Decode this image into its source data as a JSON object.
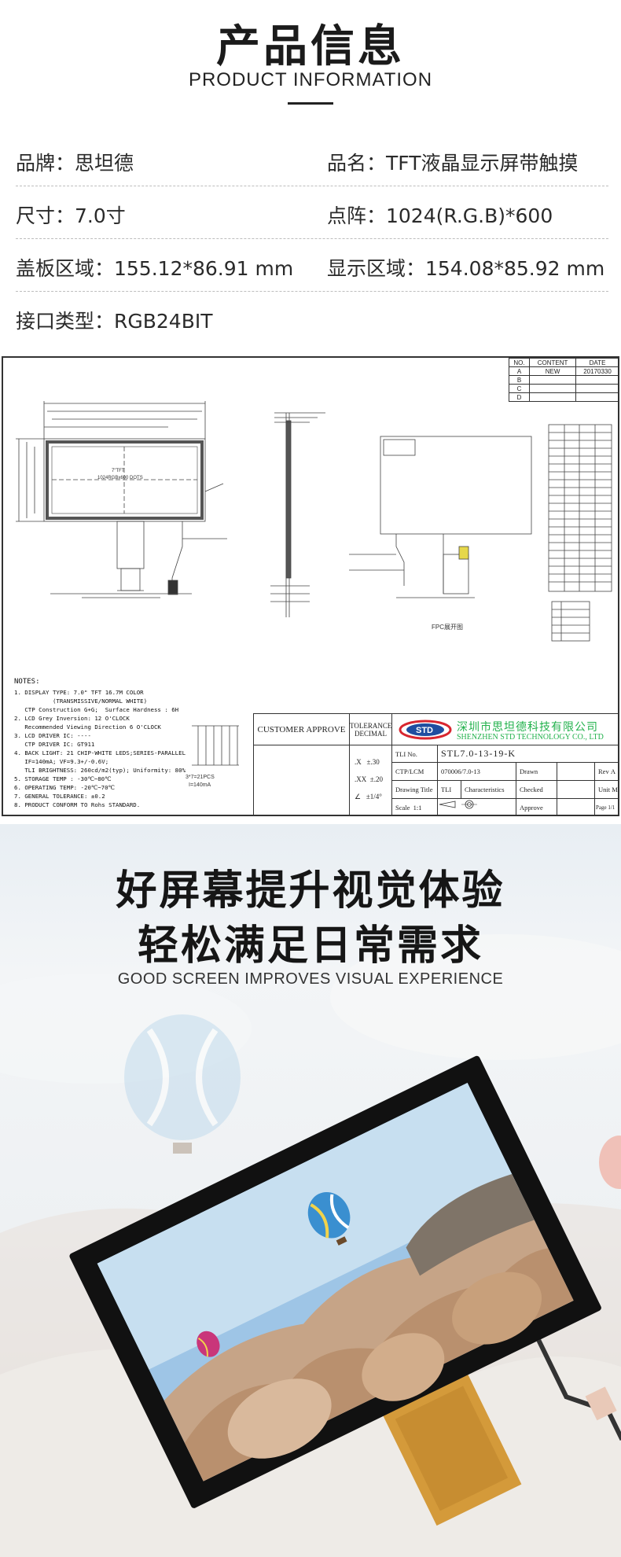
{
  "header": {
    "title": "产品信息",
    "subtitle": "PRODUCT INFORMATION"
  },
  "specs": [
    {
      "left": "品牌：思坦德",
      "right": "品名：TFT液晶显示屏带触摸"
    },
    {
      "left": "尺寸：7.0寸",
      "right": "点阵：1024(R.G.B)*600"
    },
    {
      "left": "盖板区域：155.12*86.91 mm",
      "right": "显示区域：154.08*85.92 mm"
    },
    {
      "left": "接口类型：RGB24BIT",
      "right": ""
    }
  ],
  "drawing": {
    "revision": {
      "headers": [
        "NO.",
        "CONTENT",
        "DATE"
      ],
      "rows": [
        [
          "A",
          "NEW",
          "20170330"
        ],
        [
          "B",
          "",
          ""
        ],
        [
          "C",
          "",
          ""
        ],
        [
          "D",
          "",
          ""
        ]
      ]
    },
    "screen_labels": [
      "7\"TFT",
      "1024RGBx600 DOTS"
    ],
    "fpc_label": "FPC展开图",
    "notes_title": "NOTES:",
    "notes": [
      "1. DISPLAY TYPE: 7.0\" TFT 16.7M COLOR",
      "           (TRANSMISSIVE/NORMAL WHITE)",
      "   CTP Construction G+G;  Surface Hardness : 6H",
      "2. LCD Grey Inversion: 12 O'CLOCK",
      "   Recommended Viewing Direction 6 O'CLOCK",
      "3. LCD DRIVER IC: ----",
      "   CTP DRIVER IC: GT911",
      "4. BACK LIGHT: 21 CHIP-WHITE LEDS;SERIES-PARALLEL",
      "   IF=140mA; VF=9.3+/-0.6V;",
      "   TLI BRIGHTNESS: 260cd/m2(typ); Uniformity: 80%",
      "5. STORAGE TEMP : -30℃~80℃",
      "6. OPERATING TEMP: -20℃~70℃",
      "7. GENERAL TOLERANCE: ±0.2",
      "8. PRODUCT CONFORM TO Rohs STANDARD."
    ],
    "led_labels": [
      "3*7=21PCS",
      "I=140mA"
    ],
    "title_block": {
      "customer_approve": "CUSTOMER  APPROVE",
      "tolerance": "TOLERANCE DECIMAL",
      "tolerances": [
        ".X   ±.30",
        ".XX  ±.20",
        "∠   ±1/4°"
      ],
      "company_cn": "深圳市思坦德科技有限公司",
      "company_en": "SHENZHEN STD TECHNOLOGY CO., LTD",
      "tli_no_label": "TLI No.",
      "tli_no": "STL7.0-13-19-K",
      "ctp_label": "CTP/LCM",
      "ctp_value": "070006/7.0-13",
      "drawn": "Drawn",
      "rev_label": "Rev",
      "rev": "A",
      "drawing_title": "Drawing Title",
      "tli": "TLI",
      "characteristics": "Characteristics",
      "checked": "Checked",
      "unit_label": "Unit",
      "unit": "MM",
      "scale_label": "Scale",
      "scale": "1:1",
      "approve": "Approve",
      "page": "Page 1/1"
    }
  },
  "feature": {
    "line1": "好屏幕提升视觉体验",
    "line2": "轻松满足日常需求",
    "subtitle": "GOOD SCREEN IMPROVES VISUAL EXPERIENCE"
  },
  "colors": {
    "accent_green": "#22b24c",
    "logo_red": "#d8262f",
    "fpc_orange": "#d49a3a"
  }
}
